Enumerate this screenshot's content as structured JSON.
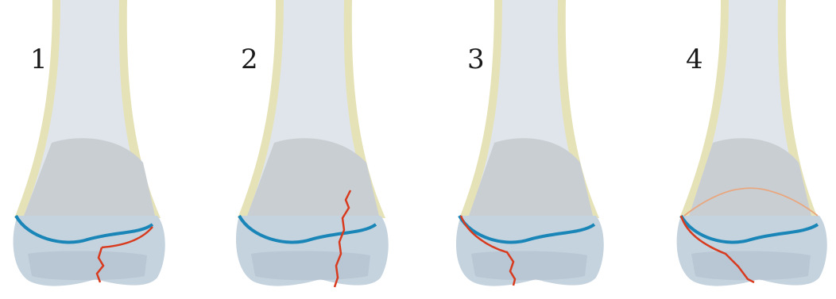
{
  "panels": [
    {
      "label": "1"
    },
    {
      "label": "2"
    },
    {
      "label": "3"
    },
    {
      "label": "4"
    }
  ],
  "colors": {
    "cortex": "#e6e2b8",
    "shaft": "#dfe5ea",
    "medullary": "#c9ced3",
    "condyle": "#c5d3df",
    "growth_plate": "#1a86b8",
    "fracture": "#d83a1e",
    "fracture_dashed": "#e8a77f"
  }
}
